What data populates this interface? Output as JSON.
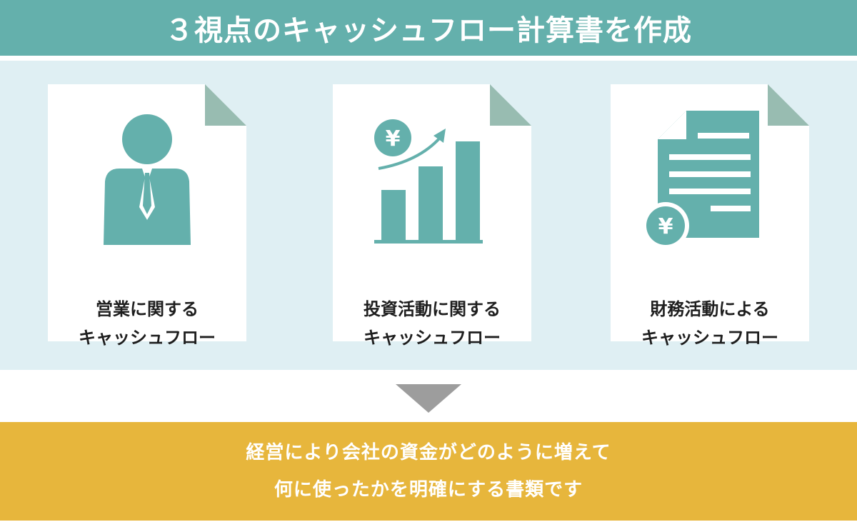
{
  "header": {
    "title": "３視点のキャッシュフロー計算書を作成"
  },
  "cards": [
    {
      "icon": "businessman-icon",
      "line1": "営業に関する",
      "line2": "キャッシュフロー"
    },
    {
      "icon": "growth-chart-yen-icon",
      "line1": "投資活動に関する",
      "line2": "キャッシュフロー"
    },
    {
      "icon": "document-yen-icon",
      "line1": "財務活動による",
      "line2": "キャッシュフロー"
    }
  ],
  "coin_symbol": "¥",
  "footer": {
    "line1": "経営により会社の資金がどのように増えて",
    "line2": "何に使ったかを明確にする書類です"
  },
  "colors": {
    "header": "#64b0ac",
    "panel": "#dfeff3",
    "icon": "#64b0ac",
    "fold": "#98bcb1",
    "arrow": "#9d9d9d",
    "footer": "#e7b63c"
  }
}
